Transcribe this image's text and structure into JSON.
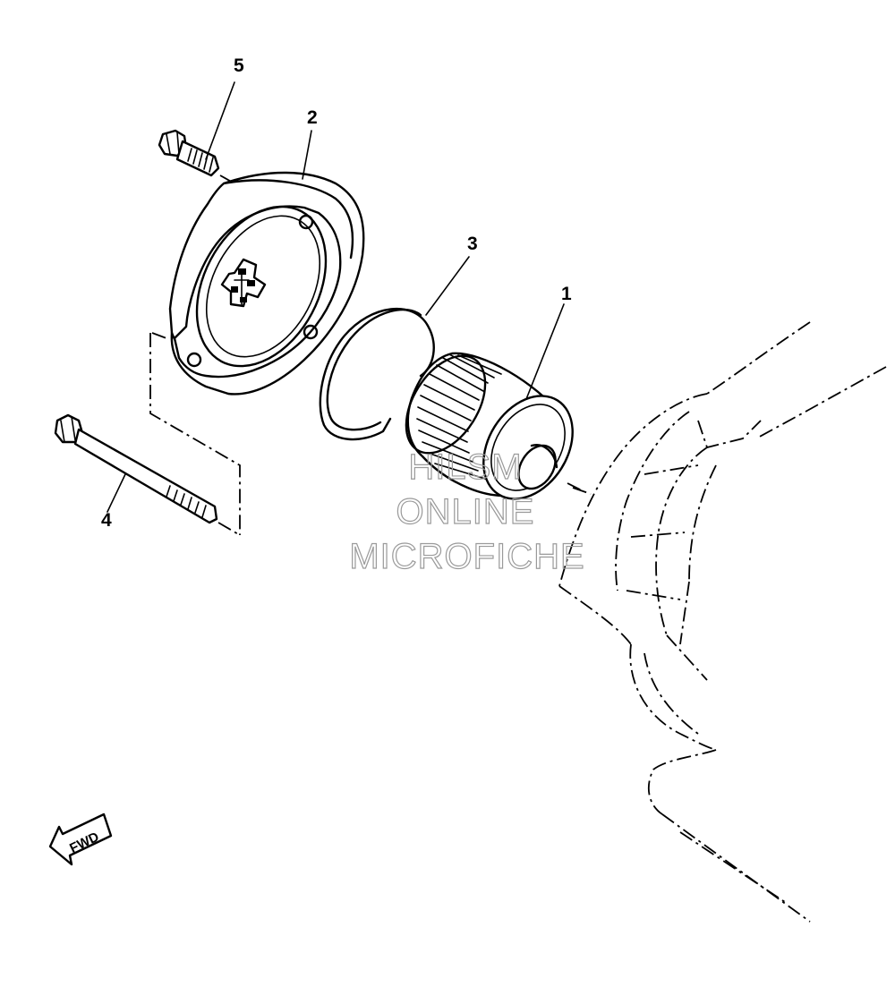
{
  "callouts": [
    {
      "id": "1",
      "label": "1"
    },
    {
      "id": "2",
      "label": "2"
    },
    {
      "id": "3",
      "label": "3"
    },
    {
      "id": "4",
      "label": "4"
    },
    {
      "id": "5",
      "label": "5"
    }
  ],
  "direction_marker": "FWD",
  "watermark": {
    "line1": "HILSM",
    "line2": "ONLINE",
    "line3": "MICROFICHE"
  }
}
